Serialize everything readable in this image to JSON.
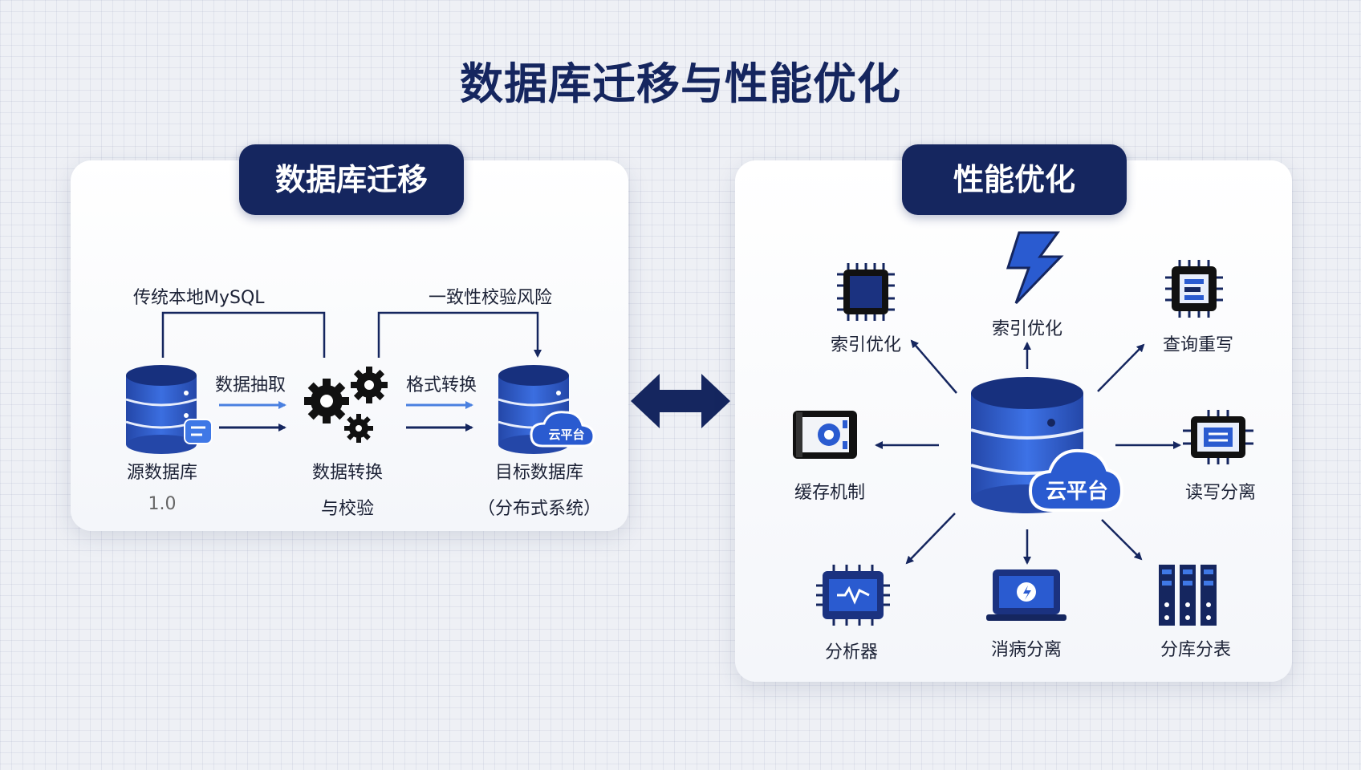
{
  "title": "数据库迁移与性能优化",
  "migration": {
    "header": "数据库迁移",
    "top_left_note": "传统本地MySQL",
    "top_right_note": "一致性校验风险",
    "step1": "数据抽取",
    "step2": "格式转换",
    "source_label": "源数据库",
    "source_sub": "1.0",
    "transform_label": "数据转换",
    "transform_sub": "与校验",
    "target_label": "目标数据库",
    "target_sub": "（分布式系统）",
    "cloud_badge": "云平台"
  },
  "optimization": {
    "header": "性能优化",
    "center_badge": "云平台",
    "nodes": {
      "index_left": "索引优化",
      "index_top": "索引优化",
      "query_rewrite": "查询重写",
      "cache": "缓存机制",
      "rw_split": "读写分离",
      "server": "分析器",
      "partition": "消病分离",
      "sharding": "分库分表"
    }
  },
  "colors": {
    "navy": "#15265f",
    "blue": "#2a55c4",
    "light_blue": "#5b8ee8"
  }
}
